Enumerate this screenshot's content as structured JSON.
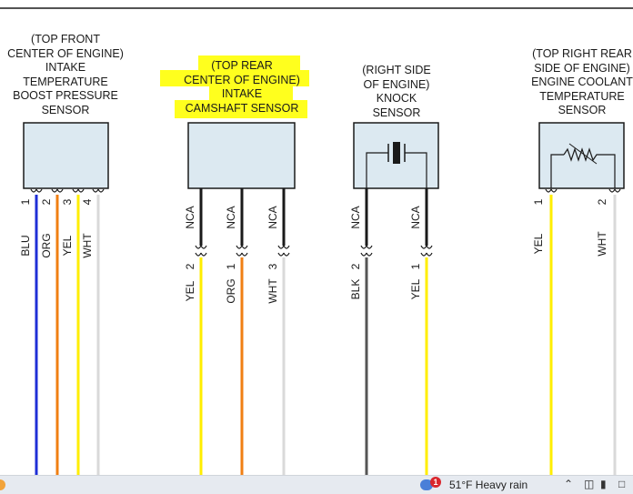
{
  "sensors": [
    {
      "id": "boost",
      "title_lines": [
        "(TOP FRONT",
        "CENTER OF ENGINE)",
        "INTAKE",
        "TEMPERATURE",
        "BOOST PRESSURE",
        "SENSOR"
      ],
      "pins": [
        {
          "pin": "1",
          "color_label": "BLU",
          "wire_color": "#1f2fd6"
        },
        {
          "pin": "2",
          "color_label": "ORG",
          "wire_color": "#f07f13"
        },
        {
          "pin": "3",
          "color_label": "YEL",
          "wire_color": "#ffee00"
        },
        {
          "pin": "4",
          "color_label": "WHT",
          "wire_color": "#d9d9d9"
        }
      ]
    },
    {
      "id": "camshaft",
      "title_lines": [
        "(TOP REAR",
        "CENTER OF ENGINE)",
        "INTAKE",
        "CAMSHAFT SENSOR"
      ],
      "highlighted": true,
      "pins": [
        {
          "nca": "NCA",
          "color_label": "YEL",
          "pin": "2",
          "wire_color": "#ffee00"
        },
        {
          "nca": "NCA",
          "color_label": "ORG",
          "pin": "1",
          "wire_color": "#f07f13"
        },
        {
          "nca": "NCA",
          "color_label": "WHT",
          "pin": "3",
          "wire_color": "#d9d9d9"
        }
      ]
    },
    {
      "id": "knock",
      "title_lines": [
        "(RIGHT SIDE",
        "OF ENGINE)",
        "KNOCK",
        "SENSOR"
      ],
      "pins": [
        {
          "nca": "NCA",
          "color_label": "BLK",
          "pin": "2",
          "wire_color": "#555555"
        },
        {
          "nca": "NCA",
          "color_label": "YEL",
          "pin": "1",
          "wire_color": "#ffee00"
        }
      ]
    },
    {
      "id": "coolant",
      "title_lines": [
        "(TOP RIGHT REAR",
        "SIDE OF ENGINE)",
        "ENGINE COOLANT",
        "TEMPERATURE",
        "SENSOR"
      ],
      "pins": [
        {
          "pin": "1",
          "color_label": "YEL",
          "wire_color": "#ffee00"
        },
        {
          "pin": "2",
          "color_label": "WHT",
          "wire_color": "#d9d9d9"
        }
      ]
    }
  ],
  "taskbar": {
    "notification_count": "1",
    "weather": "51°F  Heavy rain",
    "tray_icons": [
      "chevron-up-icon",
      "network-icon",
      "battery-icon",
      "display-icon"
    ]
  },
  "colors": {
    "highlight": "#ffff1e",
    "line": "#1a1a1a"
  }
}
